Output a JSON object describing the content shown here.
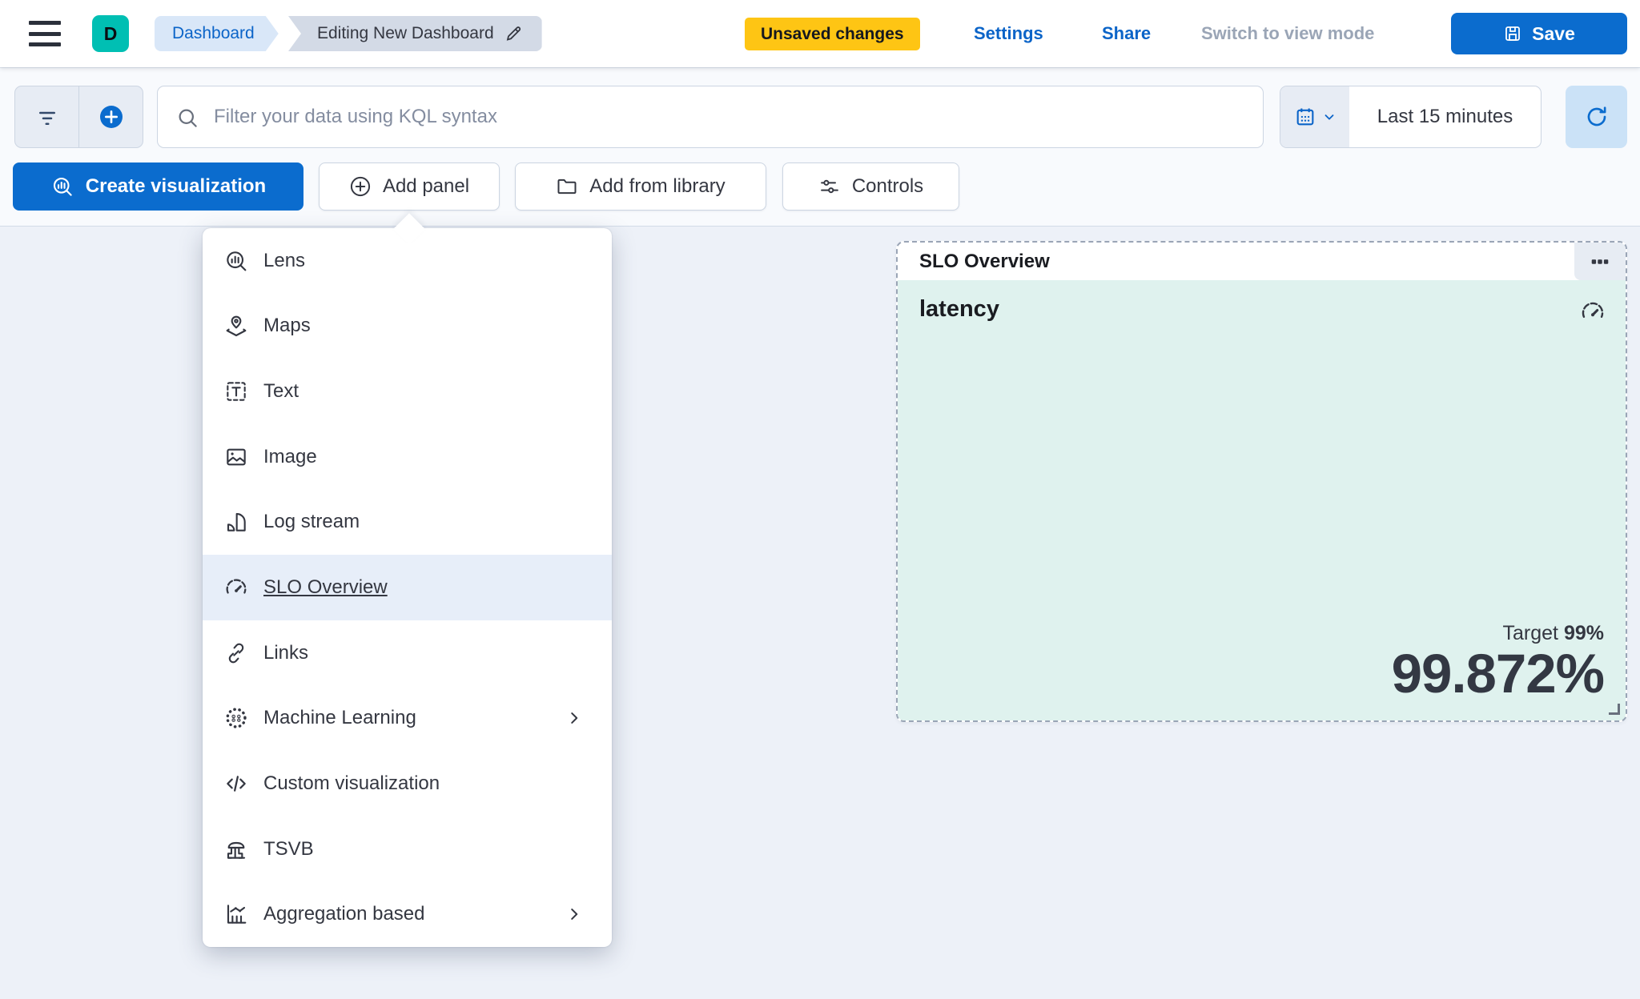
{
  "header": {
    "avatar_initial": "D",
    "breadcrumbs": {
      "root": "Dashboard",
      "current": "Editing New Dashboard"
    },
    "unsaved_badge": "Unsaved changes",
    "settings_label": "Settings",
    "share_label": "Share",
    "switch_view_label": "Switch to view mode",
    "save_label": "Save"
  },
  "toolbar": {
    "search_placeholder": "Filter your data using KQL syntax",
    "time_range": "Last 15 minutes",
    "create_visualization_label": "Create visualization",
    "add_panel_label": "Add panel",
    "add_from_library_label": "Add from library",
    "controls_label": "Controls"
  },
  "menu": {
    "items": [
      {
        "label": "Lens",
        "icon": "lens-icon"
      },
      {
        "label": "Maps",
        "icon": "maps-icon"
      },
      {
        "label": "Text",
        "icon": "text-icon"
      },
      {
        "label": "Image",
        "icon": "image-icon"
      },
      {
        "label": "Log stream",
        "icon": "log-stream-icon"
      },
      {
        "label": "SLO Overview",
        "icon": "gauge-icon",
        "selected": true
      },
      {
        "label": "Links",
        "icon": "link-icon"
      },
      {
        "label": "Machine Learning",
        "icon": "machine-learning-icon",
        "submenu": true
      },
      {
        "label": "Custom visualization",
        "icon": "code-icon"
      },
      {
        "label": "TSVB",
        "icon": "tsvb-icon"
      },
      {
        "label": "Aggregation based",
        "icon": "aggregation-icon",
        "submenu": true
      }
    ]
  },
  "panel": {
    "title": "SLO Overview",
    "slo_name": "latency",
    "target_label": "Target",
    "target_value": "99%",
    "value": "99.872%"
  },
  "colors": {
    "primary_blue": "#0b6cce",
    "link_blue": "#0b64c8",
    "warning_yellow": "#fec514",
    "avatar_teal": "#00bfb3",
    "panel_teal_bg": "#dff2ee",
    "canvas_bg": "#edf1f8",
    "text_dark": "#343741",
    "muted_gray": "#9aa5b6"
  }
}
